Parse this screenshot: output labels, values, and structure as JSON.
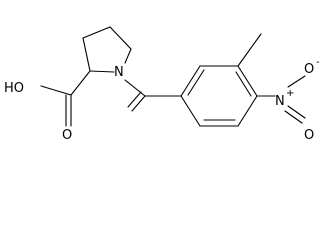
{
  "molecule": {
    "atoms": {
      "hydroxyl": "HO",
      "ring_nitrogen": "N",
      "carbonyl_oxygen": "O",
      "nitro_nitrogen": "N",
      "nitro_charge_positive": "+",
      "nitro_oxygen_top": "O",
      "nitro_charge_negative": "-",
      "nitro_oxygen_bottom": "O"
    }
  }
}
